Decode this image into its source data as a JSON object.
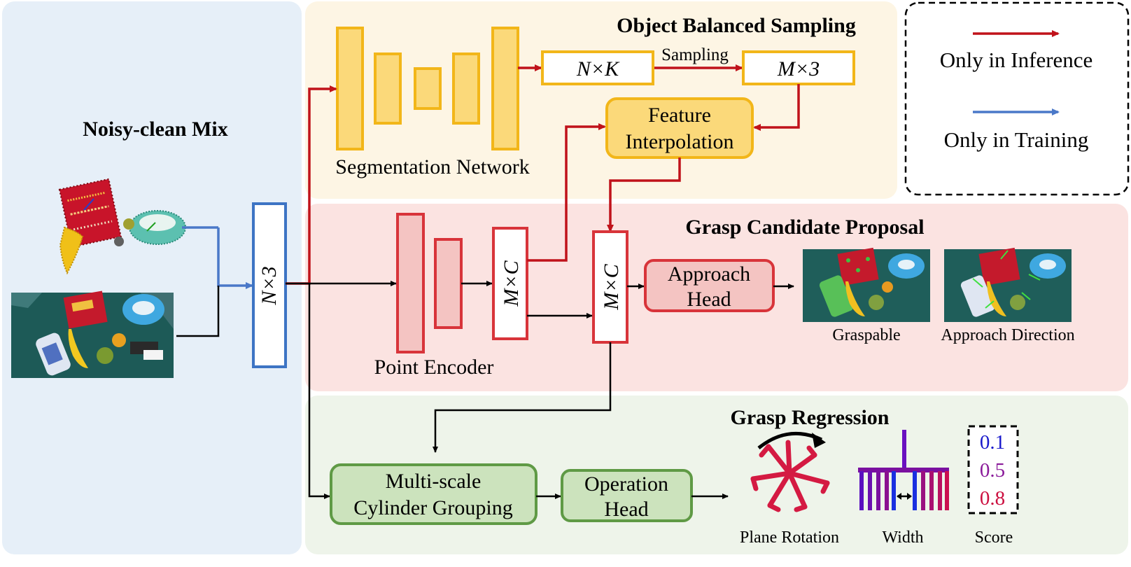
{
  "sections": {
    "mix_title": "Noisy-clean Mix",
    "obs_title": "Object Balanced Sampling",
    "gcp_title": "Grasp Candidate Proposal",
    "reg_title": "Grasp Regression"
  },
  "legend": {
    "inference": "Only in Inference",
    "training": "Only in Training",
    "inference_color": "#c0121a",
    "training_color": "#4a78c8"
  },
  "nodes": {
    "input": "N×3",
    "seg_net": "Segmentation Network",
    "nk": "N×K",
    "sampling": "Sampling",
    "m3": "M×3",
    "feat_interp_1": "Feature",
    "feat_interp_2": "Interpolation",
    "encoder_out": "M×C",
    "point_encoder": "Point Encoder",
    "fused": "M×C",
    "approach_1": "Approach",
    "approach_2": "Head",
    "graspable": "Graspable",
    "approach_dir": "Approach Direction",
    "mcg_1": "Multi-scale",
    "mcg_2": "Cylinder Grouping",
    "op_1": "Operation",
    "op_2": "Head",
    "plane_rotation": "Plane Rotation",
    "width": "Width",
    "score": "Score"
  },
  "scores": [
    {
      "value": "0.1",
      "color": "#1a1acc"
    },
    {
      "value": "0.5",
      "color": "#8a1a9a"
    },
    {
      "value": "0.8",
      "color": "#cc1040"
    }
  ],
  "colors": {
    "mix_bg": "#e6eff8",
    "obs_bg": "#fdf5e4",
    "gcp_bg": "#fbe3e1",
    "reg_bg": "#eef4ea",
    "yellow": "#fbd97a",
    "yellow_stroke": "#f2b619",
    "red_fill": "#f4c4c2",
    "red_stroke": "#d8343a",
    "green_fill": "#cce3bd",
    "green_stroke": "#5f9a45"
  }
}
